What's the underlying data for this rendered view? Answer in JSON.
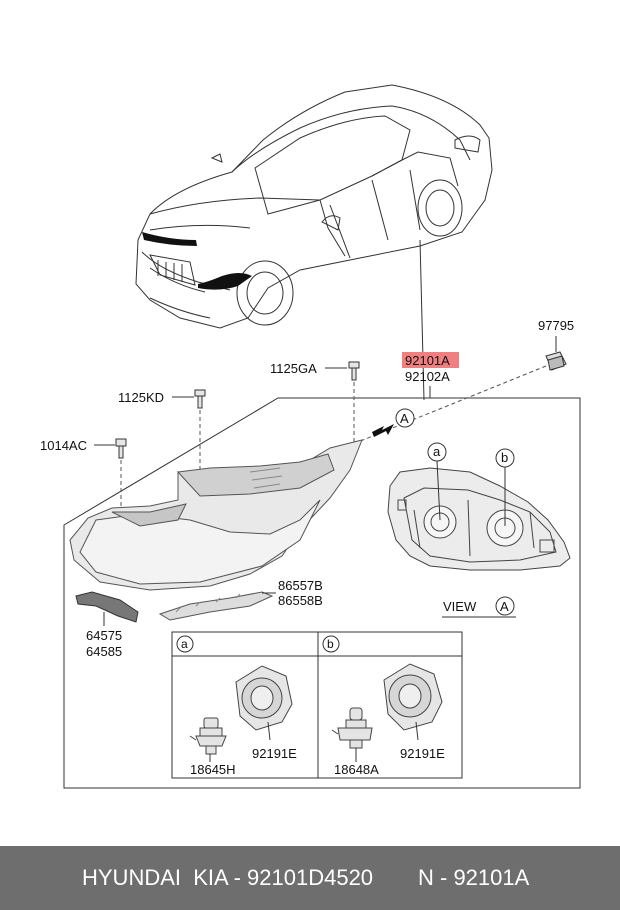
{
  "labels": {
    "p97795": "97795",
    "p92101a": "92101A",
    "p92102a": "92102A",
    "p1125ga": "1125GA",
    "p1125kd": "1125KD",
    "p1014ac": "1014AC",
    "p86557b": "86557B",
    "p86558b": "86558B",
    "p64575": "64575",
    "p64585": "64585",
    "p18645h": "18645H",
    "p92191e_a": "92191E",
    "p18648a": "18648A",
    "p92191e_b": "92191E"
  },
  "view": {
    "text": "VIEW",
    "marker": "A"
  },
  "callouts": {
    "a": "a",
    "b": "b",
    "A": "A"
  },
  "detail_boxes": {
    "left_tag": "a",
    "right_tag": "b"
  },
  "highlight_color": "#f08080",
  "footer": {
    "brand": "HYUNDAI  KIA - 92101D4520",
    "ref": "N - 92101A"
  }
}
